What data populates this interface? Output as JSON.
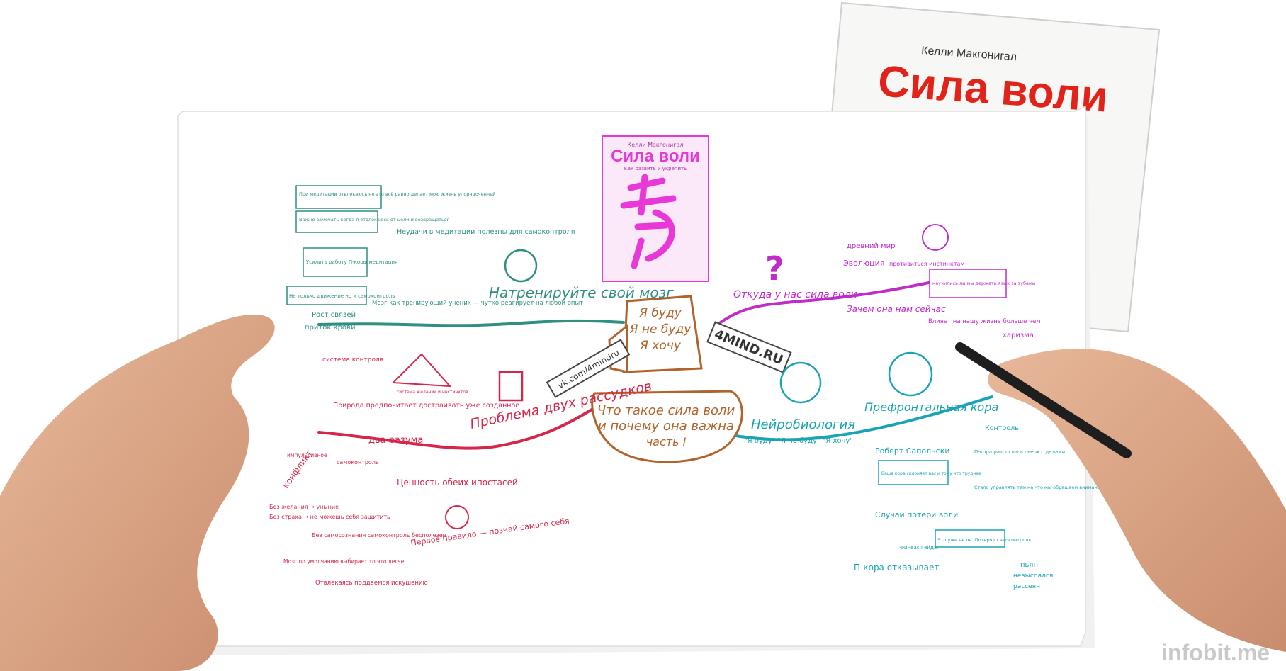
{
  "book": {
    "author": "Келли Макгонигал",
    "title": "Сила воли",
    "subtitle": "Как развить и укрепить"
  },
  "center": {
    "box_lines": [
      "Я буду",
      "Я не буду",
      "Я хочу"
    ],
    "title_lines": [
      "Что такое сила воли",
      "и почему она важна",
      "часть I"
    ],
    "sign_left": "vk.com/4mindru",
    "sign_right": "4MIND.RU"
  },
  "colors": {
    "teal": "#2f8f80",
    "red": "#d6264a",
    "magenta": "#c02cc8",
    "cyan": "#1aa3b5",
    "brown": "#b0632a",
    "book_red": "#e2231a",
    "book_pink": "#e838d8"
  },
  "branches": {
    "train_brain": {
      "label": "Натренируйте свой мозг",
      "items": [
        "При медитации отвлекаюсь не это всё равно делает мою жизнь упорядоченней",
        "Важно замечать когда я отвлекаюсь от цели и возвращаться",
        "Неудачи в медитации полезны для самоконтроля",
        "Усилить работу П-коры медитация",
        "Не только движение но и самоконтроль",
        "Мозг как тренирующий ученик — чутко реагирует на любой опыт",
        "Рост связей",
        "приток крови"
      ]
    },
    "two_minds": {
      "label": "Проблема двух рассудков",
      "items": [
        "система контроля",
        "система желаний и инстинктов",
        "Природа предпочитает достраивать уже созданное",
        "два разума",
        "импульсивное",
        "самоконтроль",
        "конфликт",
        "Ценность обеих ипостасей",
        "Без желания → уныние",
        "Без страха → не можешь себя защитить",
        "Первое правило — познай самого себя",
        "Без самосознания самоконтроль бесполезен",
        "Мозг по умолчанию выбирает то что легче",
        "Отвлекаясь поддаёмся искушению"
      ]
    },
    "origin": {
      "label": "Откуда у нас сила воли",
      "items": [
        "древний мир",
        "Эволюция",
        "противиться инстинктам",
        "научились ли мы держать язык за зубами",
        "Зачем она нам сейчас",
        "Влияет на нашу жизнь больше чем",
        "харизма"
      ]
    },
    "neuro": {
      "label": "Нейробиология",
      "sub": "\"Я буду\" \"Я не буду\" \"Я хочу\"",
      "items": [
        "Префронтальная кора",
        "Контроль",
        "Роберт Сапольски",
        "Ваша кора склоняет вас к тому что труднее",
        "П-кора разрослась сверх с делами",
        "Стало управлять тем на что мы обращаем внимание (мысли, чувства)",
        "Случай потери воли",
        "Финеас Гейдж",
        "Это уже не он. Потерял самоконтроль",
        "П-кора отказывает",
        "пьян",
        "невыспался",
        "рассеян"
      ]
    }
  },
  "watermark": "infobit.me"
}
